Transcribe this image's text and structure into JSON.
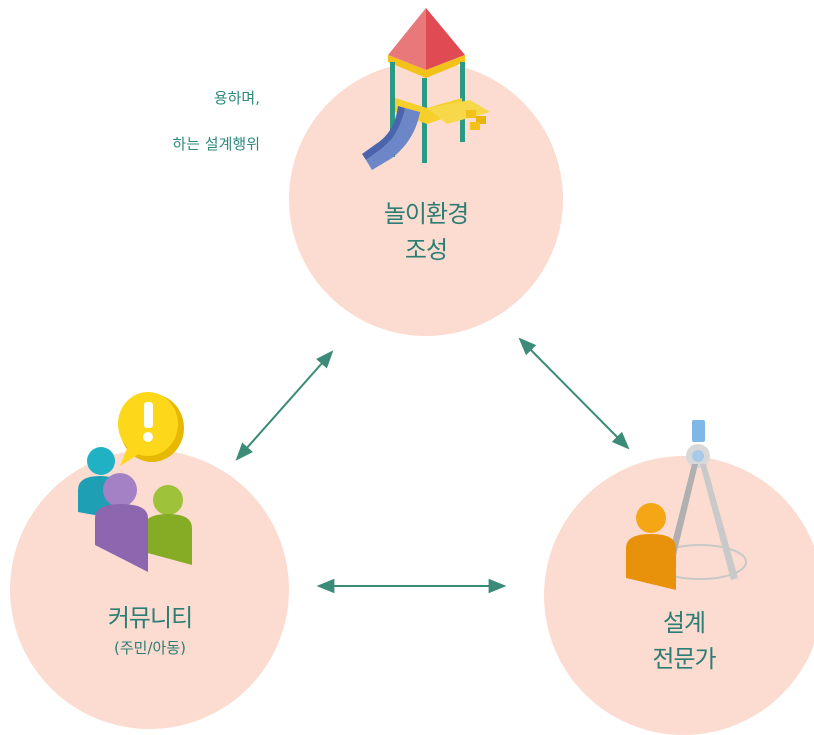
{
  "intro": {
    "line1": "용하며,",
    "line2": "하는 설계행위"
  },
  "nodes": {
    "play": {
      "line1": "놀이환경",
      "line2": "조성"
    },
    "community": {
      "line1": "커뮤니티",
      "sub": "(주민/아동)"
    },
    "designer": {
      "line1": "설계",
      "line2": "전문가"
    }
  },
  "colors": {
    "circle": "#fcdcd1",
    "text": "#2c7d73",
    "arrow": "#3c8a78"
  },
  "icons": {
    "play": "playground-slide-icon",
    "community": "people-exclamation-icon",
    "designer": "compass-person-icon"
  }
}
